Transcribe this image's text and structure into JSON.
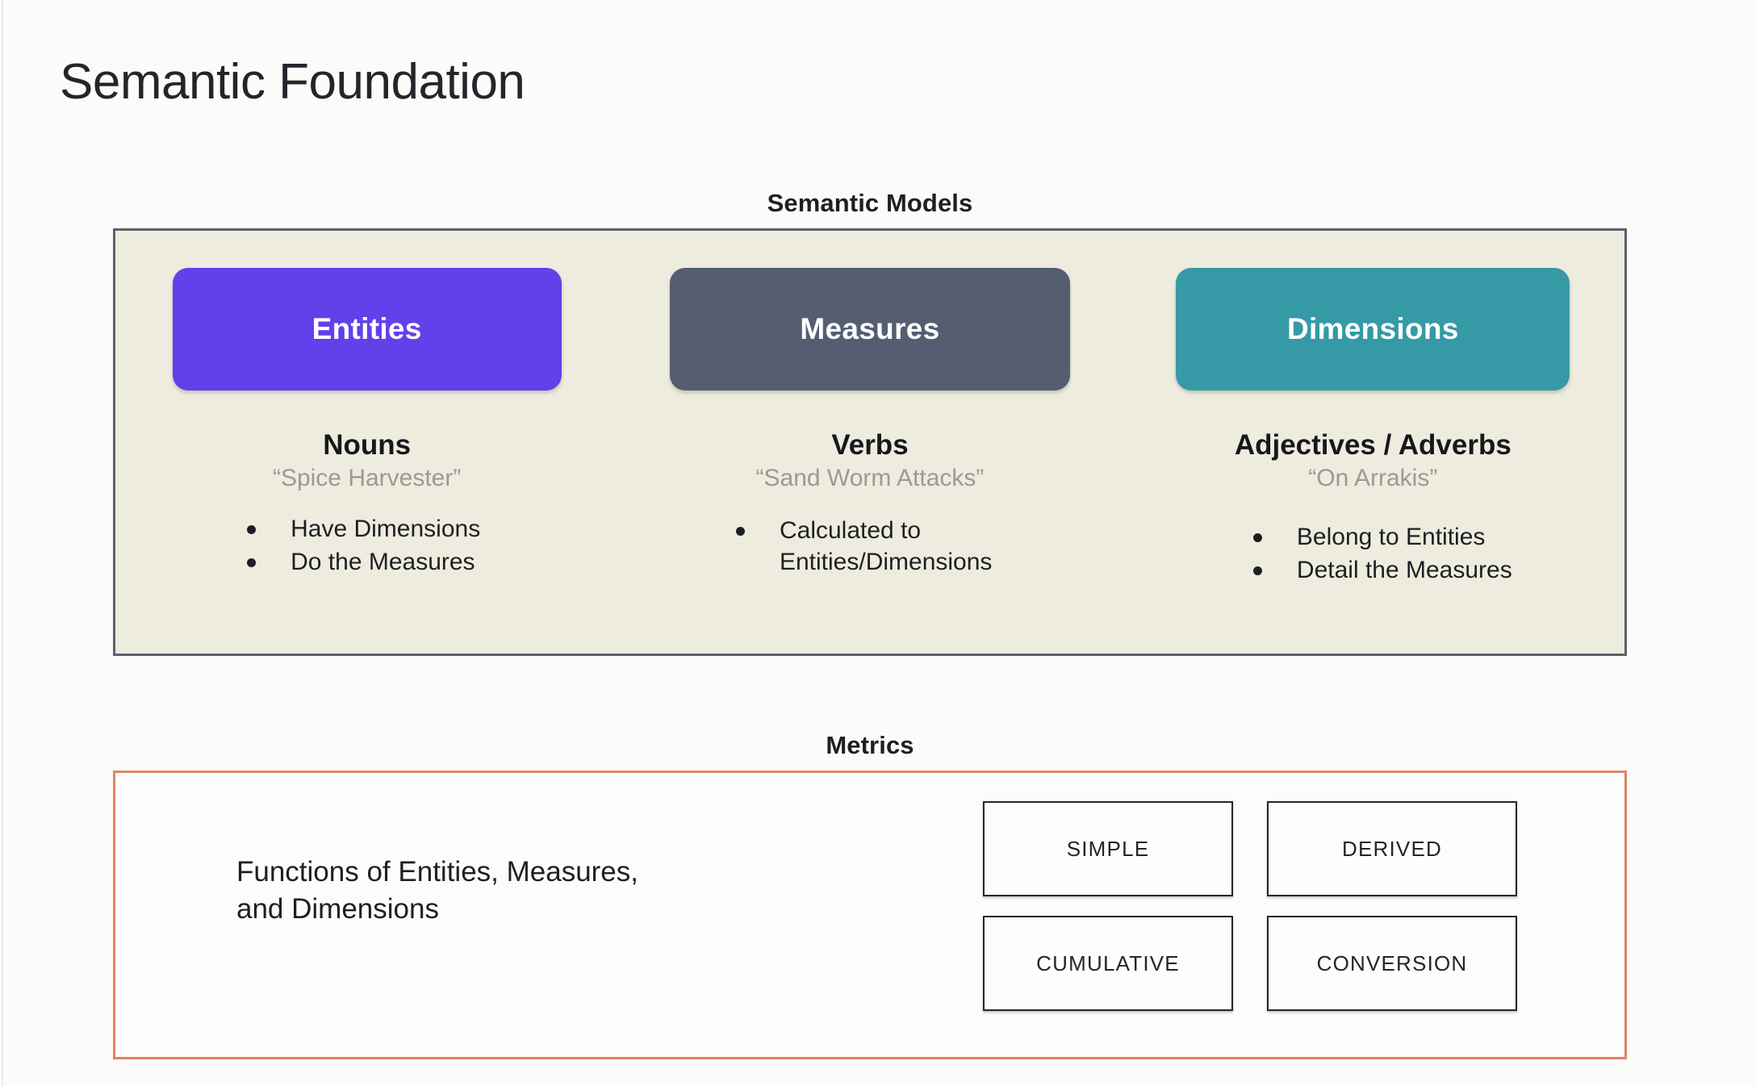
{
  "page": {
    "title": "Semantic Foundation",
    "background": "#fbfbf9"
  },
  "semantic_models": {
    "caption": "Semantic Models",
    "panel_bg": "#eeecde",
    "panel_border": "#5a616e",
    "columns": [
      {
        "pill_label": "Entities",
        "pill_color": "#6141ea",
        "part_of_speech": "Nouns",
        "example": "“Spice Harvester”",
        "bullets": [
          "Have Dimensions",
          "Do the Measures"
        ]
      },
      {
        "pill_label": "Measures",
        "pill_color": "#555e70",
        "part_of_speech": "Verbs",
        "example": "“Sand Worm Attacks”",
        "bullets": [
          "Calculated to Entities/Dimensions"
        ]
      },
      {
        "pill_label": "Dimensions",
        "pill_color": "#359aa5",
        "part_of_speech": "Adjectives / Adverbs",
        "example": "“On Arrakis”",
        "bullets": [
          "Belong to Entities",
          "Detail the Measures"
        ]
      }
    ]
  },
  "metrics": {
    "caption": "Metrics",
    "panel_border": "#df8468",
    "description_line1": "Functions of Entities, Measures,",
    "description_line2": "and Dimensions",
    "types": [
      "SIMPLE",
      "DERIVED",
      "CUMULATIVE",
      "CONVERSION"
    ]
  }
}
